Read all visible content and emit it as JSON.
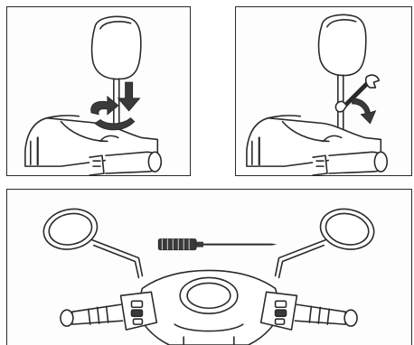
{
  "figure": {
    "description_type": "instruction-diagram",
    "panels": [
      {
        "id": "step-1",
        "subject": "mirror",
        "action": "insert-and-rotate",
        "arrows": [
          "down-arrow",
          "rotate-arrow"
        ]
      },
      {
        "id": "step-2",
        "subject": "mirror",
        "action": "tighten-with-wrench",
        "arrows": [
          "rotate-arrow"
        ],
        "tool": "wrench-icon"
      },
      {
        "id": "step-3",
        "subject": "handlebar-with-two-mirrors",
        "tool": "screwdriver-icon"
      }
    ]
  },
  "colors": {
    "line": "#2a2a2a",
    "fill": "#ffffff",
    "shade": "#3a3a3a"
  }
}
